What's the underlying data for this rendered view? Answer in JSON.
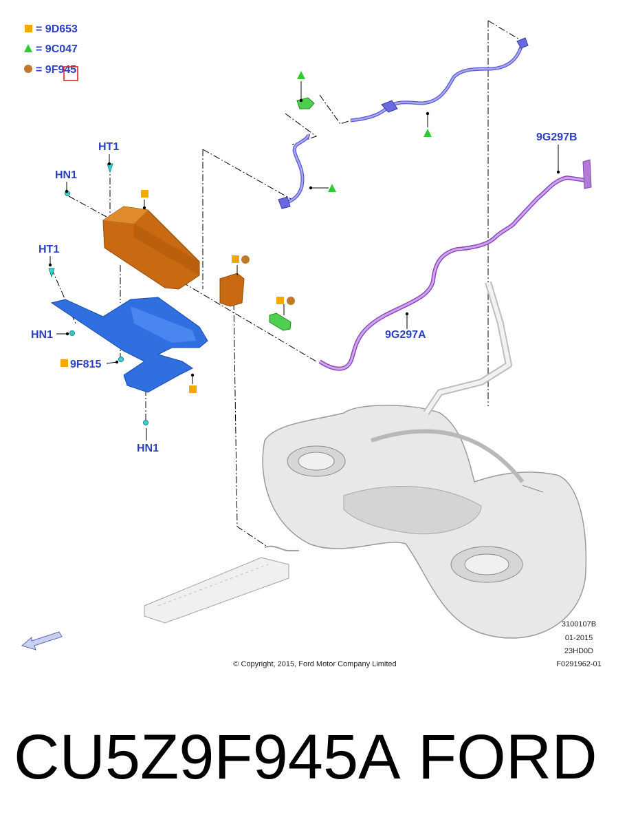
{
  "legend": [
    {
      "symbol": "square",
      "color": "#f2a900",
      "text": "= 9D653"
    },
    {
      "symbol": "triangle",
      "color": "#2ecc2e",
      "text": "= 9C047"
    },
    {
      "symbol": "circle",
      "color": "#c0782a",
      "text": "= 9F945"
    }
  ],
  "callouts": {
    "ht1_top": "HT1",
    "hn1_top": "HN1",
    "ht1_mid": "HT1",
    "hn1_mid": "HN1",
    "part_9f815": "9F815",
    "hn1_bottom": "HN1",
    "part_9g297b": "9G297B",
    "part_9g297a": "9G297A"
  },
  "meta": {
    "drawing_no": "3100107B",
    "date": "01-2015",
    "code": "23HD0D",
    "figure": "F0291962-01",
    "copyright": "© Copyright, 2015, Ford Motor Company Limited"
  },
  "caption": {
    "part_number": "CU5Z9F945A",
    "brand": "FORD"
  },
  "colors": {
    "label_blue": "#2b3fbf",
    "canister_orange": "#c96a12",
    "shield_blue": "#2f6fe0",
    "tube_lavender": "#8a8ae6",
    "hose_purple": "#b07ad6",
    "tank_gray": "#e6e6e6",
    "highlight_red": "#e0202a"
  }
}
